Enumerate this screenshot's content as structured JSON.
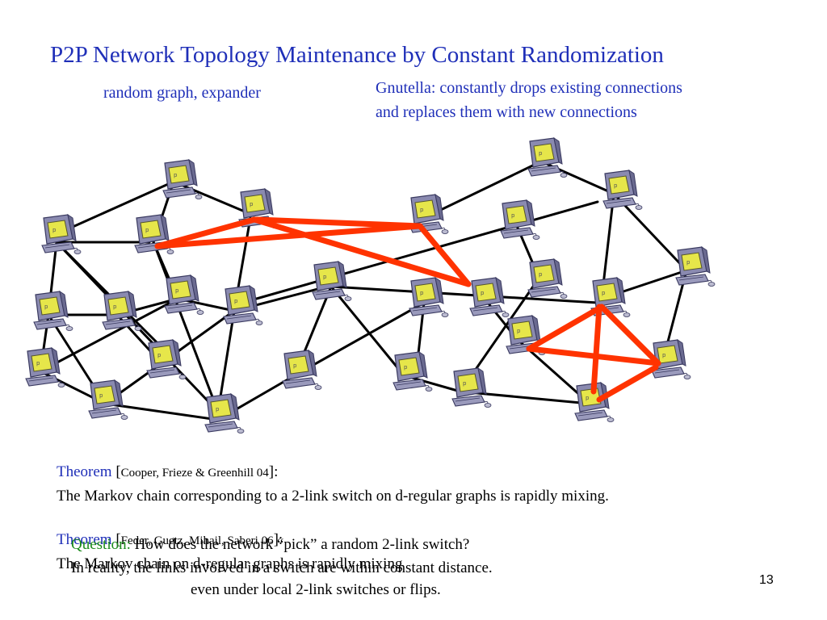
{
  "slide": {
    "title": "P2P Network Topology Maintenance by Constant Randomization",
    "subtitle_left": "random graph, expander",
    "subtitle_right_line1": "Gnutella: constantly drops existing connections",
    "subtitle_right_line2": "and replaces them with new connections",
    "theorem1_label": "Theorem",
    "theorem1_cite": "Cooper, Frieze & Greenhill 04",
    "theorem1_body": "The Markov chain corresponding to a 2-link switch on d-regular graphs is rapidly mixing.",
    "theorem2_label": "Theorem",
    "theorem2_cite": "Feder, Guetz, Mihail, Saberi 06",
    "theorem2_body": "The Markov chain on d-regular graphs is rapidly mixing",
    "theorem2_body2": "even under local 2-link switches or flips.",
    "question_label": "Question:",
    "question_text": " How does the network “pick” a random 2-link switch?",
    "reality_text": "In reality, the links involved in a switch are within constant distance.",
    "page_number": "13"
  },
  "colors": {
    "title": "#1f2fb8",
    "theorem_label": "#1f2fb8",
    "question_label": "#1a8a1a",
    "switch_link": "#ff3300",
    "edge": "#000000",
    "computer_body": "#8a8ab0",
    "computer_screen": "#e6e64a"
  },
  "icons": {
    "node": "computer-icon"
  }
}
